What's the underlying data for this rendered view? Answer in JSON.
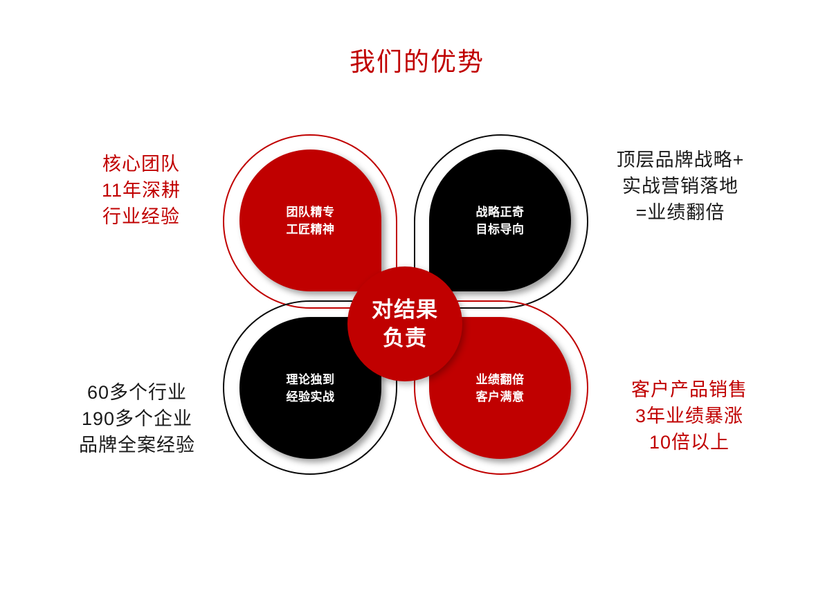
{
  "slide": {
    "title": "我们的优势",
    "title_color": "#C00000"
  },
  "theme": {
    "red": "#C00000",
    "black": "#000000",
    "white": "#FFFFFF"
  },
  "center": {
    "label": "对结果\n负责",
    "color": "#C00000"
  },
  "petals": [
    {
      "position": "top-left",
      "label": "团队精专\n工匠精神",
      "fill": "#C00000",
      "ring": "#C00000"
    },
    {
      "position": "top-right",
      "label": "战略正奇\n目标导向",
      "fill": "#000000",
      "ring": "#000000"
    },
    {
      "position": "bottom-left",
      "label": "理论独到\n经验实战",
      "fill": "#000000",
      "ring": "#000000"
    },
    {
      "position": "bottom-right",
      "label": "业绩翻倍\n客户满意",
      "fill": "#C00000",
      "ring": "#C00000"
    }
  ],
  "callouts": [
    {
      "position": "top-left",
      "text": "核心团队\n11年深耕\n行业经验",
      "color": "#C00000"
    },
    {
      "position": "top-right",
      "text": "顶层品牌战略+\n实战营销落地\n=业绩翻倍",
      "color": "#1A1A1A"
    },
    {
      "position": "bottom-left",
      "text": "60多个行业\n190多个企业\n品牌全案经验",
      "color": "#1A1A1A"
    },
    {
      "position": "bottom-right",
      "text": "客户产品销售\n3年业绩暴涨\n10倍以上",
      "color": "#C00000"
    }
  ]
}
